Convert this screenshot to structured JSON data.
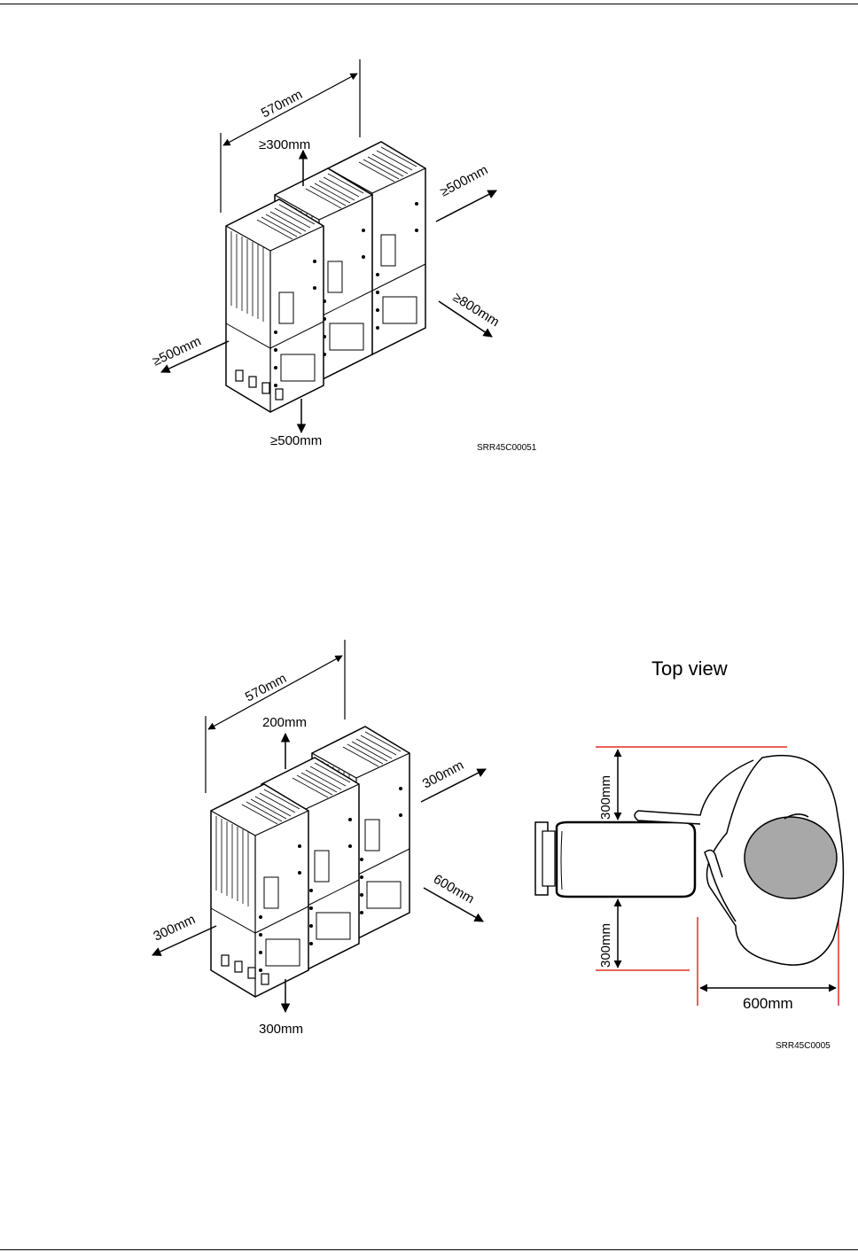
{
  "figure1": {
    "width_label": "570mm",
    "top_label": "≥300mm",
    "right_top_label": "≥500mm",
    "right_bottom_label": "≥800mm",
    "left_label": "≥500mm",
    "bottom_label": "≥500mm",
    "code": "SRR45C00051"
  },
  "figure2": {
    "width_label": "570mm",
    "top_label": "200mm",
    "right_top_label": "300mm",
    "right_bottom_label": "600mm",
    "left_label": "300mm",
    "bottom_label": "300mm",
    "code": "SRR45C0005"
  },
  "top_view": {
    "title": "Top view",
    "upper_label": "300mm",
    "lower_label": "300mm",
    "front_label": "600mm"
  },
  "colors": {
    "dimension_red": "#e0301e",
    "head_gray": "#a8a8a8"
  }
}
